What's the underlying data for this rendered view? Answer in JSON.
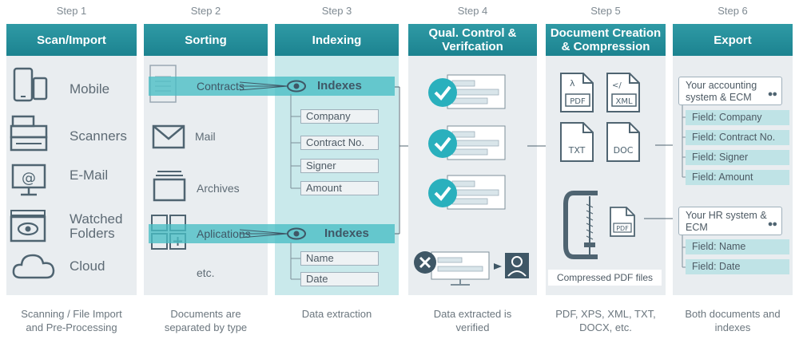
{
  "steps": [
    "Step 1",
    "Step 2",
    "Step 3",
    "Step 4",
    "Step 5",
    "Step 6"
  ],
  "headers": [
    "Scan/Import",
    "Sorting",
    "Indexing",
    "Qual. Control & Verifcation",
    "Document Creation & Compression",
    "Export"
  ],
  "captions": [
    "Scanning / File Import and Pre-Processing",
    "Documents are separated by type",
    "Data extraction",
    "Data extracted is verified",
    "PDF, XPS, XML, TXT, DOCX, etc.",
    "Both documents and indexes"
  ],
  "scan_sources": [
    "Mobile",
    "Scanners",
    "E-Mail",
    "Watched Folders",
    "Cloud"
  ],
  "sorting": {
    "contracts": "Contracts",
    "mail": "Mail",
    "archives": "Archives",
    "aplications": "Aplications",
    "etc": "etc."
  },
  "indexing": {
    "indexes_label": "Indexes",
    "contract_fields": [
      "Company",
      "Contract No.",
      "Signer",
      "Amount"
    ],
    "application_fields": [
      "Name",
      "Date"
    ]
  },
  "doc_creation": {
    "formats": [
      "PDF",
      "XML",
      "TXT",
      "DOC"
    ],
    "compressed_format": "PDF",
    "compressed_label": "Compressed PDF files"
  },
  "export": {
    "accounting_system": "Your accounting system & ECM",
    "accounting_fields": [
      "Field: Company",
      "Field: Contract No.",
      "Field: Signer",
      "Field: Amount"
    ],
    "hr_system": "Your HR system & ECM",
    "hr_fields": [
      "Field: Name",
      "Field: Date"
    ]
  },
  "colors": {
    "teal_header": "#1c8390",
    "teal_check": "#2ab0bd",
    "panel_bg": "#e9edf0",
    "icon_gray": "#4f6471",
    "error_gray": "#3f5766"
  }
}
